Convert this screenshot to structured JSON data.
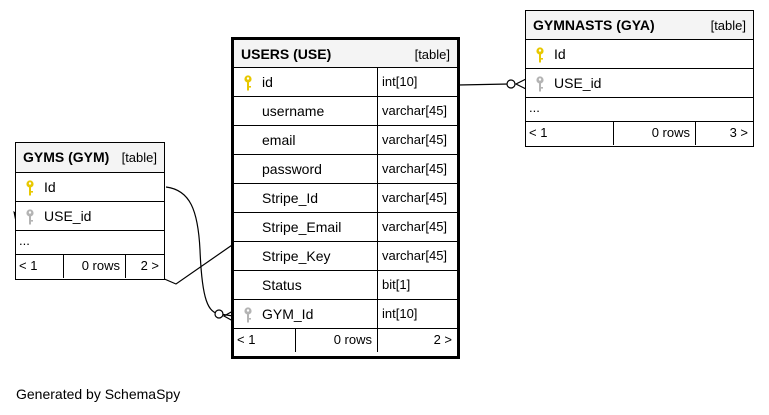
{
  "tables": {
    "users": {
      "title": "USERS (USE)",
      "kind": "[table]",
      "rows": [
        {
          "name": "id",
          "type": "int[10]",
          "key": "primary"
        },
        {
          "name": "username",
          "type": "varchar[45]",
          "key": ""
        },
        {
          "name": "email",
          "type": "varchar[45]",
          "key": ""
        },
        {
          "name": "password",
          "type": "varchar[45]",
          "key": ""
        },
        {
          "name": "Stripe_Id",
          "type": "varchar[45]",
          "key": ""
        },
        {
          "name": "Stripe_Email",
          "type": "varchar[45]",
          "key": ""
        },
        {
          "name": "Stripe_Key",
          "type": "varchar[45]",
          "key": ""
        },
        {
          "name": "Status",
          "type": "bit[1]",
          "key": ""
        },
        {
          "name": "GYM_Id",
          "type": "int[10]",
          "key": "foreign"
        }
      ],
      "footer": {
        "parents": "< 1",
        "rows": "0 rows",
        "children": "2 >"
      }
    },
    "gyms": {
      "title": "GYMS (GYM)",
      "kind": "[table]",
      "rows": [
        {
          "name": "Id",
          "key": "primary"
        },
        {
          "name": "USE_id",
          "key": "foreign"
        }
      ],
      "ellipsis": "...",
      "footer": {
        "parents": "< 1",
        "rows": "0 rows",
        "children": "2 >"
      }
    },
    "gymnasts": {
      "title": "GYMNASTS (GYA)",
      "kind": "[table]",
      "rows": [
        {
          "name": "Id",
          "key": "primary"
        },
        {
          "name": "USE_id",
          "key": "foreign"
        }
      ],
      "ellipsis": "...",
      "footer": {
        "parents": "< 1",
        "rows": "0 rows",
        "children": "3 >"
      }
    }
  },
  "colors": {
    "primary_key": "#e8c800",
    "foreign_key": "#b4b4b4",
    "header_bg": "#f4f4f4"
  },
  "generated_by": "Generated by SchemaSpy"
}
